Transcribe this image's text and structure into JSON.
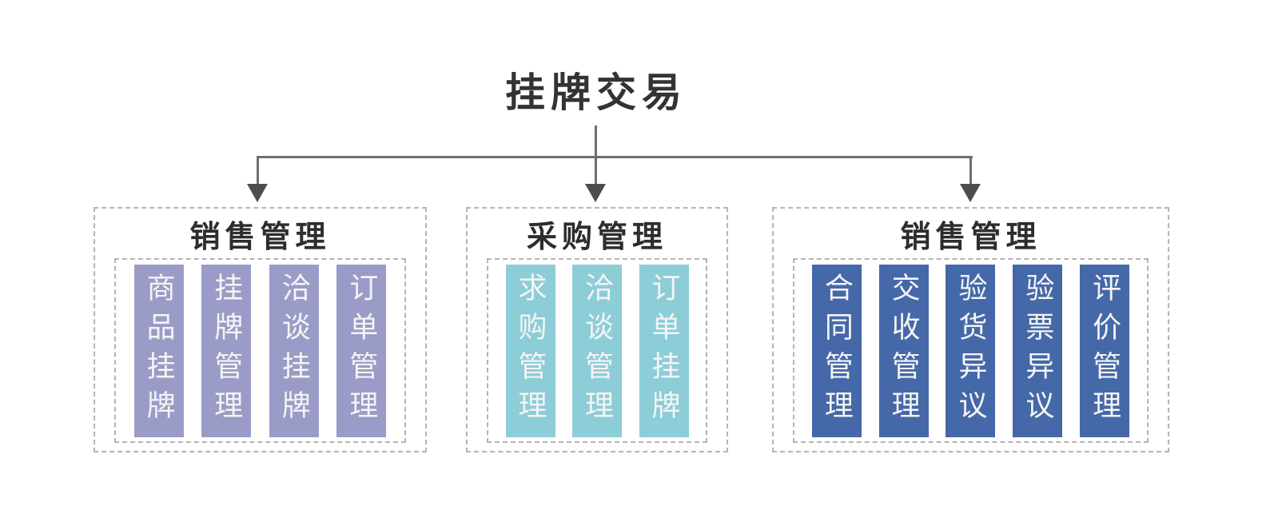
{
  "title": "挂牌交易",
  "colors": {
    "purple": "#9a9cc7",
    "teal": "#8ccdd7",
    "blue": "#4568a8",
    "connector_line": "#6e6e6e",
    "arrowhead": "#4d4d4d",
    "dashed_border": "#b4b4b4",
    "heading_text": "#2d2d2d",
    "bar_text": "#f4f4f4"
  },
  "groups": [
    {
      "heading": "销售管理",
      "color": "#9a9cc7",
      "items": [
        "商品挂牌",
        "挂牌管理",
        "洽谈挂牌",
        "订单管理"
      ]
    },
    {
      "heading": "采购管理",
      "color": "#8ccdd7",
      "items": [
        "求购管理",
        "洽谈管理",
        "订单挂牌"
      ]
    },
    {
      "heading": "销售管理",
      "color": "#4568a8",
      "items": [
        "合同管理",
        "交收管理",
        "验货异议",
        "验票异议",
        "评价管理"
      ]
    }
  ]
}
